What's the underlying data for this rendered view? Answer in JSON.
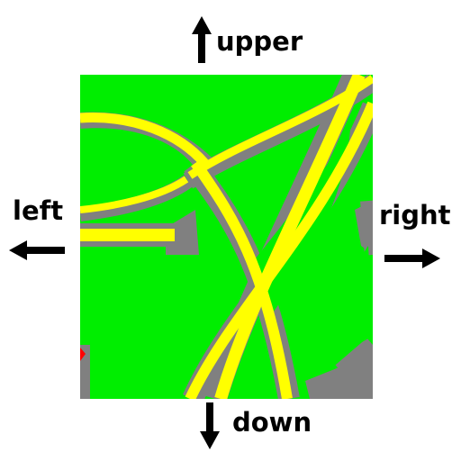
{
  "directions": {
    "upper": "upper",
    "left": "left",
    "right": "right",
    "down": "down"
  },
  "map": {
    "colors": {
      "ground": "#00ee00",
      "shoulder": "#808080",
      "road": "#ffff00",
      "marker": "#ff0000"
    }
  }
}
